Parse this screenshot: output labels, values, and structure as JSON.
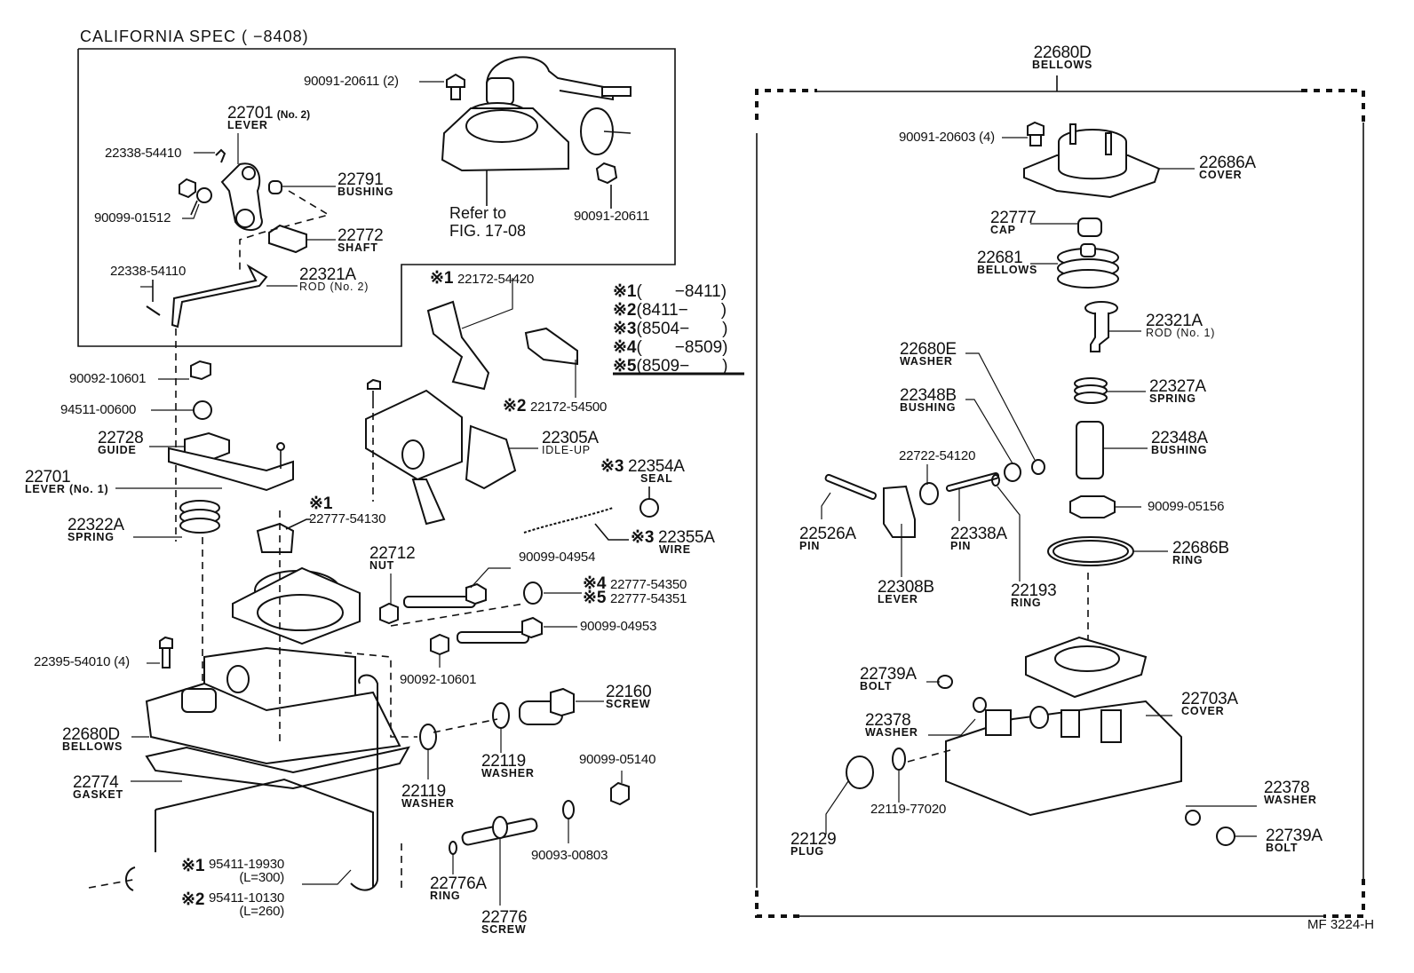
{
  "figure": {
    "california_spec_title": "CALIFORNIA  SPEC (       −8408)",
    "figure_code": "MF  3224-H",
    "refer_to": "Refer to",
    "refer_fig": "FIG. 17-08",
    "legend": [
      {
        "mark": "※1",
        "range": "(       −8411)"
      },
      {
        "mark": "※2",
        "range": "(8411−       )"
      },
      {
        "mark": "※3",
        "range": "(8504−       )"
      },
      {
        "mark": "※4",
        "range": "(       −8509)"
      },
      {
        "mark": "※5",
        "range": "(8509−       )"
      }
    ]
  },
  "left_parts": {
    "p90091_20611_2": {
      "pn": "90091-20611 (2)"
    },
    "p22701_no2": {
      "pn": "22701",
      "suffix": "(No. 2)",
      "name": "LEVER"
    },
    "p22338_54410": {
      "pn": "22338-54410"
    },
    "p22791": {
      "pn": "22791",
      "name": "BUSHING"
    },
    "p90099_01512": {
      "pn": "90099-01512"
    },
    "p22772": {
      "pn": "22772",
      "name": "SHAFT"
    },
    "p90091_20611": {
      "pn": "90091-20611"
    },
    "p22338_54110": {
      "pn": "22338-54110"
    },
    "p22321a_no2": {
      "pn": "22321A",
      "name": "ROD (No. 2)"
    },
    "p90092_10601_a": {
      "pn": "90092-10601"
    },
    "p94511_00600": {
      "pn": "94511-00600"
    },
    "p22728": {
      "pn": "22728",
      "name": "GUIDE"
    },
    "p22701_no1": {
      "pn": "22701",
      "name": "LEVER (No. 1)"
    },
    "p22322a": {
      "pn": "22322A",
      "name": "SPRING"
    },
    "p22777_54130": {
      "mark": "※1",
      "pn": "22777-54130"
    },
    "p22172_54420": {
      "mark": "※1",
      "pn": "22172-54420"
    },
    "p22172_54500": {
      "mark": "※2",
      "pn": "22172-54500"
    },
    "p22305a": {
      "pn": "22305A",
      "name": "IDLE-UP"
    },
    "p22354a": {
      "mark": "※3",
      "pn": "22354A",
      "name": "SEAL"
    },
    "p22355a": {
      "mark": "※3",
      "pn": "22355A",
      "name": "WIRE"
    },
    "p22712": {
      "pn": "22712",
      "name": "NUT"
    },
    "p90099_04954": {
      "pn": "90099-04954"
    },
    "p22777_54350": {
      "mark": "※4",
      "pn": "22777-54350"
    },
    "p22777_54351": {
      "mark": "※5",
      "pn": "22777-54351"
    },
    "p90099_04953": {
      "pn": "90099-04953"
    },
    "p22395_54010": {
      "pn": "22395-54010 (4)"
    },
    "p90092_10601_b": {
      "pn": "90092-10601"
    },
    "p22160": {
      "pn": "22160",
      "name": "SCREW"
    },
    "p22680d_left": {
      "pn": "22680D",
      "name": "BELLOWS"
    },
    "p22119_a": {
      "pn": "22119",
      "name": "WASHER"
    },
    "p22119_b": {
      "pn": "22119",
      "name": "WASHER"
    },
    "p90099_05140": {
      "pn": "90099-05140"
    },
    "p22774": {
      "pn": "22774",
      "name": "GASKET"
    },
    "p95411_19930": {
      "mark": "※1",
      "pn": "95411-19930",
      "len": "(L=300)"
    },
    "p95411_10130": {
      "mark": "※2",
      "pn": "95411-10130",
      "len": "(L=260)"
    },
    "p22776a": {
      "pn": "22776A",
      "name": "RING"
    },
    "p22776": {
      "pn": "22776",
      "name": "SCREW"
    },
    "p90093_00803": {
      "pn": "90093-00803"
    }
  },
  "right_parts": {
    "p22680d": {
      "pn": "22680D",
      "name": "BELLOWS"
    },
    "p90091_20603": {
      "pn": "90091-20603 (4)"
    },
    "p22686a": {
      "pn": "22686A",
      "name": "COVER"
    },
    "p22777": {
      "pn": "22777",
      "name": "CAP"
    },
    "p22681": {
      "pn": "22681",
      "name": "BELLOWS"
    },
    "p22321a_no1": {
      "pn": "22321A",
      "name": "ROD (No. 1)"
    },
    "p22680e": {
      "pn": "22680E",
      "name": "WASHER"
    },
    "p22327a": {
      "pn": "22327A",
      "name": "SPRING"
    },
    "p22348b": {
      "pn": "22348B",
      "name": "BUSHING"
    },
    "p22348a": {
      "pn": "22348A",
      "name": "BUSHING"
    },
    "p22722_54120": {
      "pn": "22722-54120"
    },
    "p90099_05156": {
      "pn": "90099-05156"
    },
    "p22526a": {
      "pn": "22526A",
      "name": "PIN"
    },
    "p22338a": {
      "pn": "22338A",
      "name": "PIN"
    },
    "p22686b": {
      "pn": "22686B",
      "name": "RING"
    },
    "p22308b": {
      "pn": "22308B",
      "name": "LEVER"
    },
    "p22193": {
      "pn": "22193",
      "name": "RING"
    },
    "p22739a_a": {
      "pn": "22739A",
      "name": "BOLT"
    },
    "p22703a": {
      "pn": "22703A",
      "name": "COVER"
    },
    "p22378_a": {
      "pn": "22378",
      "name": "WASHER"
    },
    "p22119_77020": {
      "pn": "22119-77020"
    },
    "p22129": {
      "pn": "22129",
      "name": "PLUG"
    },
    "p22378_b": {
      "pn": "22378",
      "name": "WASHER"
    },
    "p22739a_b": {
      "pn": "22739A",
      "name": "BOLT"
    }
  }
}
